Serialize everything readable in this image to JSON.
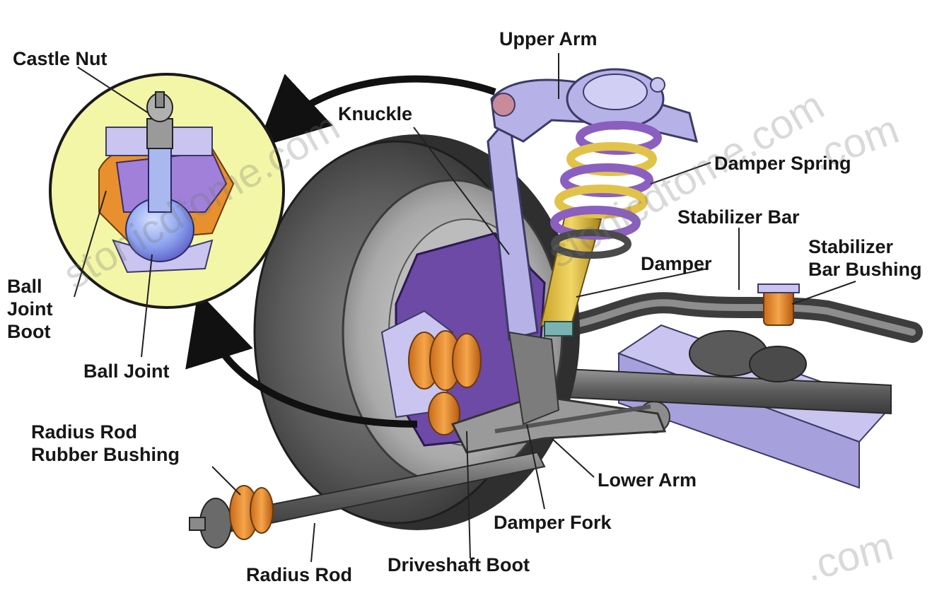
{
  "labels": {
    "castle_nut": "Castle Nut",
    "upper_arm": "Upper Arm",
    "knuckle": "Knuckle",
    "damper_spring": "Damper Spring",
    "stabilizer_bar": "Stabilizer Bar",
    "stabilizer_bar_bushing_line1": "Stabilizer",
    "stabilizer_bar_bushing_line2": "Bar Bushing",
    "damper": "Damper",
    "ball_joint_boot_line1": "Ball",
    "ball_joint_boot_line2": "Joint",
    "ball_joint_boot_line3": "Boot",
    "ball_joint": "Ball Joint",
    "radius_rod_rubber_bushing_line1": "Radius Rod",
    "radius_rod_rubber_bushing_line2": "Rubber Bushing",
    "lower_arm": "Lower Arm",
    "damper_fork": "Damper Fork",
    "radius_rod": "Radius Rod",
    "driveshaft_boot": "Driveshaft Boot"
  },
  "watermark": {
    "text_1": "stonicdtome.com",
    "text_2": "stonicdtome.com",
    "text_3": ".com",
    "text_4": ".com"
  },
  "colors": {
    "arm_lavender": "#b6b2e8",
    "spring_yellow": "#e2c34a",
    "bushing_orange": "#e8902e",
    "tire_gray": "#4e4e4e",
    "inset_yellow": "#f3f6a6",
    "inset_border": "#1a1a1a"
  }
}
